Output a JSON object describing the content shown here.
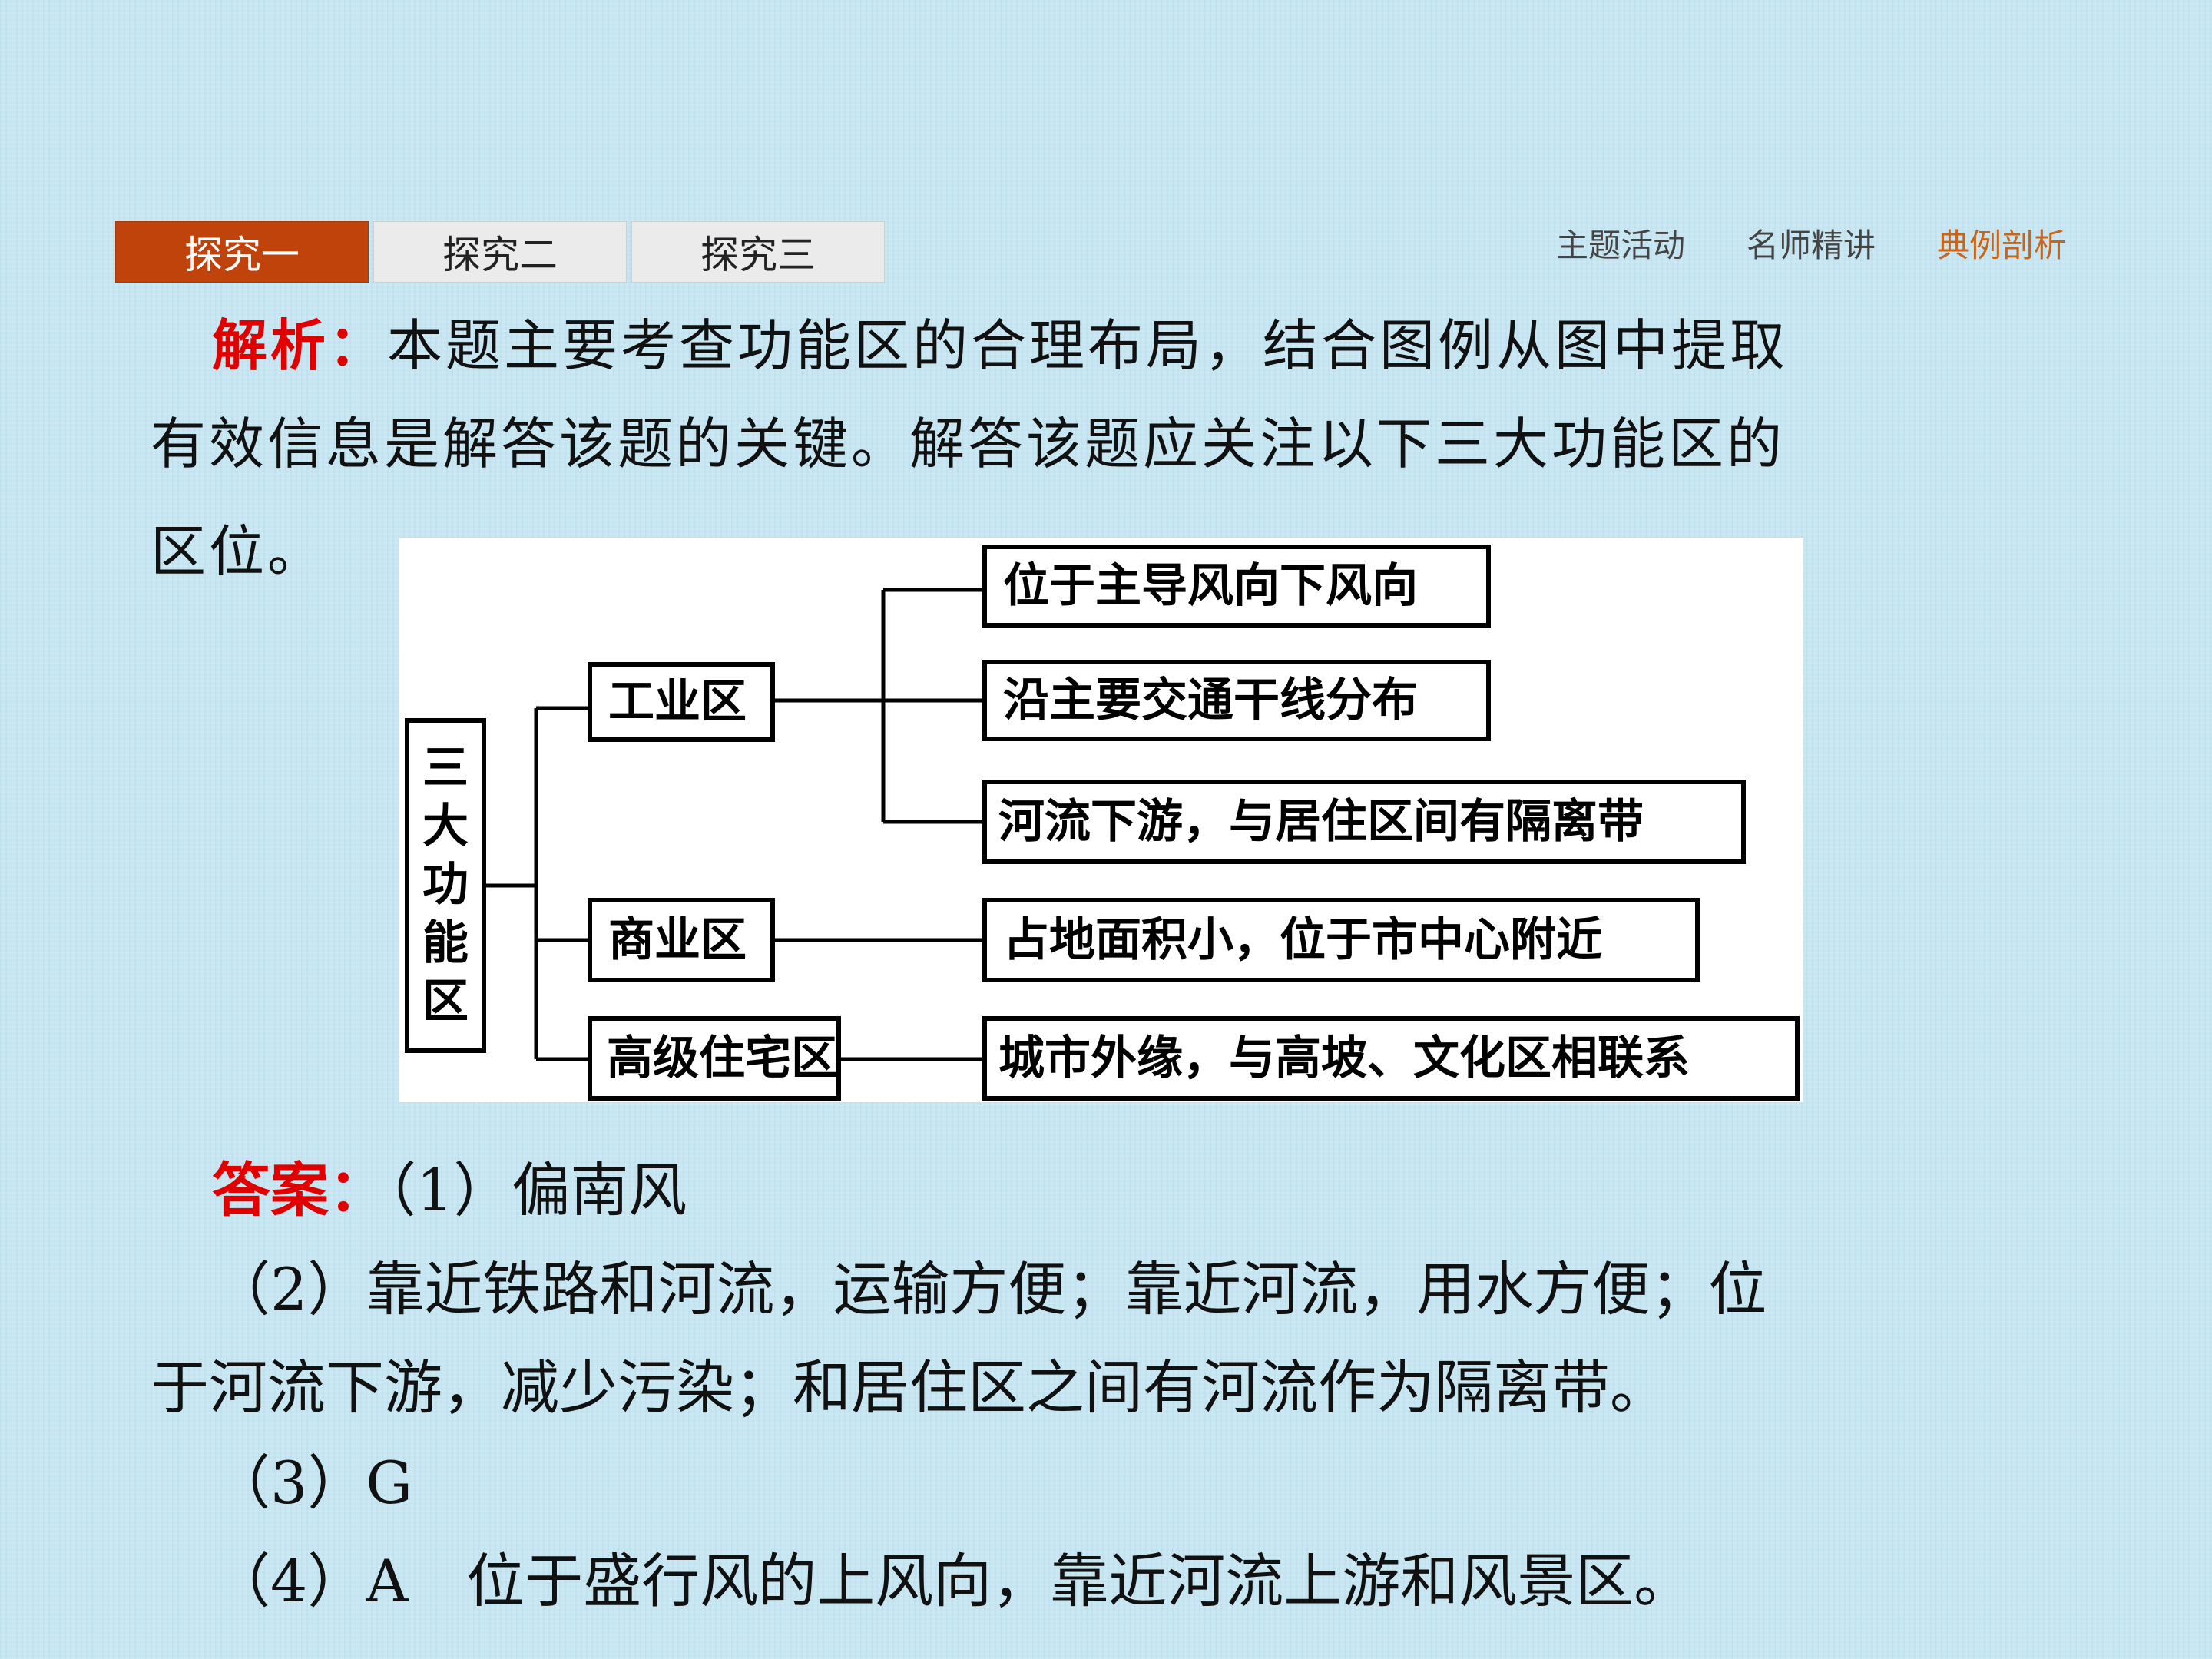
{
  "tabs": [
    "探究一",
    "探究二",
    "探究三"
  ],
  "nav": [
    "主题活动",
    "名师精讲",
    "典例剖析"
  ],
  "analysis": {
    "label": "解析：",
    "line1": "本题主要考查功能区的合理布局，结合图例从图中提取",
    "line2": "有效信息是解答该题的关键。解答该题应关注以下三大功能区的",
    "line3": "区位。"
  },
  "diagram": {
    "root": [
      "三",
      "大",
      "功",
      "能",
      "区"
    ],
    "industrial": "工业区",
    "commercial": "商业区",
    "residential": "高级住宅区",
    "ind_1": "位于主导风向下风向",
    "ind_2": "沿主要交通干线分布",
    "ind_3": "河流下游，与居住区间有隔离带",
    "com_1": "占地面积小，位于市中心附近",
    "res_1": "城市外缘，与高坡、文化区相联系"
  },
  "answer": {
    "label": "答案：",
    "a1": "（1）偏南风",
    "a2_line1": "（2）靠近铁路和河流，运输方便；靠近河流，用水方便；位",
    "a2_line2": "于河流下游，减少污染；和居住区之间有河流作为隔离带。",
    "a3": "（3）G",
    "a4": "（4）A　位于盛行风的上风向，靠近河流上游和风景区。"
  }
}
